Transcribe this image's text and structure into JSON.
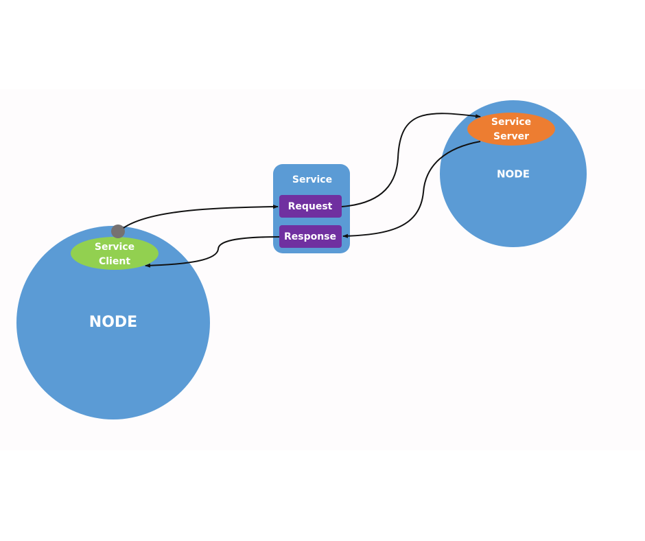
{
  "diagram": {
    "colors": {
      "node": "#5b9bd5",
      "service_container": "#5b9bd5",
      "message_box": "#7030a0",
      "client": "#92d050",
      "server": "#ed7d31",
      "connector_dot": "#767171",
      "arrow": "#111111",
      "text": "#ffffff"
    },
    "nodes": [
      {
        "id": "client-node",
        "label": "NODE"
      },
      {
        "id": "server-node",
        "label": "NODE"
      }
    ],
    "service": {
      "title": "Service",
      "request_label": "Request",
      "response_label": "Response"
    },
    "client": {
      "line1": "Service",
      "line2": "Client"
    },
    "server": {
      "line1": "Service",
      "line2": "Server"
    },
    "edges": [
      {
        "from": "Service Client",
        "to": "Request"
      },
      {
        "from": "Request",
        "to": "Service Server"
      },
      {
        "from": "Service Server",
        "to": "Response"
      },
      {
        "from": "Response",
        "to": "Service Client"
      }
    ]
  }
}
